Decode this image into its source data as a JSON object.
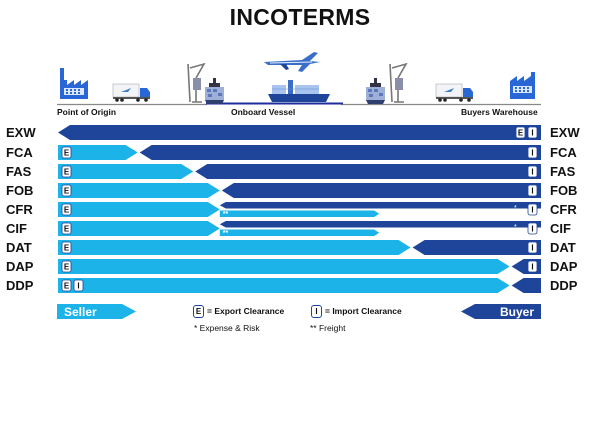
{
  "title": "INCOTERMS",
  "locations": {
    "origin": "Point of Origin",
    "vessel": "Onboard Vessel",
    "destination": "Buyers Warehouse"
  },
  "colors": {
    "seller": "#1bb3e8",
    "buyer": "#1e4599",
    "ground": "#888888",
    "vessel_line": "#1e2e9a"
  },
  "icons": [
    "factory-icon",
    "truck-icon",
    "crane-icon",
    "cargo-ship-icon",
    "airplane-icon",
    "container-ship-icon",
    "cargo-ship-icon",
    "crane-icon",
    "truck-icon",
    "factory-icon"
  ],
  "clearance_labels": {
    "export": "E",
    "import": "I"
  },
  "terms": [
    {
      "code": "EXW",
      "seller_until": 0,
      "split": "none",
      "seller_marks": [],
      "buyer_marks": [
        "E",
        "I"
      ]
    },
    {
      "code": "FCA",
      "seller_until": 0.165,
      "split": "none",
      "seller_marks": [
        "E"
      ],
      "buyer_marks": [
        "I"
      ]
    },
    {
      "code": "FAS",
      "seller_until": 0.28,
      "split": "none",
      "seller_marks": [
        "E"
      ],
      "buyer_marks": [
        "I"
      ]
    },
    {
      "code": "FOB",
      "seller_until": 0.335,
      "split": "none",
      "seller_marks": [
        "E"
      ],
      "buyer_marks": [
        "I"
      ]
    },
    {
      "code": "CFR",
      "seller_until": 0.335,
      "split": "freight",
      "freight_until": 0.665,
      "freight_mark": "**",
      "risk_mark": "*",
      "seller_marks": [
        "E"
      ],
      "buyer_marks": [
        "I"
      ]
    },
    {
      "code": "CIF",
      "seller_until": 0.335,
      "split": "freight",
      "freight_until": 0.665,
      "freight_mark": "**",
      "risk_mark": "*",
      "seller_marks": [
        "E"
      ],
      "buyer_marks": [
        "I"
      ]
    },
    {
      "code": "DAT",
      "seller_until": 0.73,
      "split": "none",
      "seller_marks": [
        "E"
      ],
      "buyer_marks": [
        "I"
      ]
    },
    {
      "code": "DAP",
      "seller_until": 0.935,
      "split": "none",
      "seller_marks": [
        "E"
      ],
      "buyer_marks": [
        "I"
      ]
    },
    {
      "code": "DDP",
      "seller_until": 0.935,
      "split": "none",
      "seller_marks": [
        "E",
        "I"
      ],
      "buyer_marks": []
    }
  ],
  "legend": {
    "seller": "Seller",
    "buyer": "Buyer",
    "export_box": "E",
    "export_text": "= Export Clearance",
    "import_box": "I",
    "import_text": "= Import Clearance",
    "expense_note": "* Expense & Risk",
    "freight_note": "** Freight"
  }
}
